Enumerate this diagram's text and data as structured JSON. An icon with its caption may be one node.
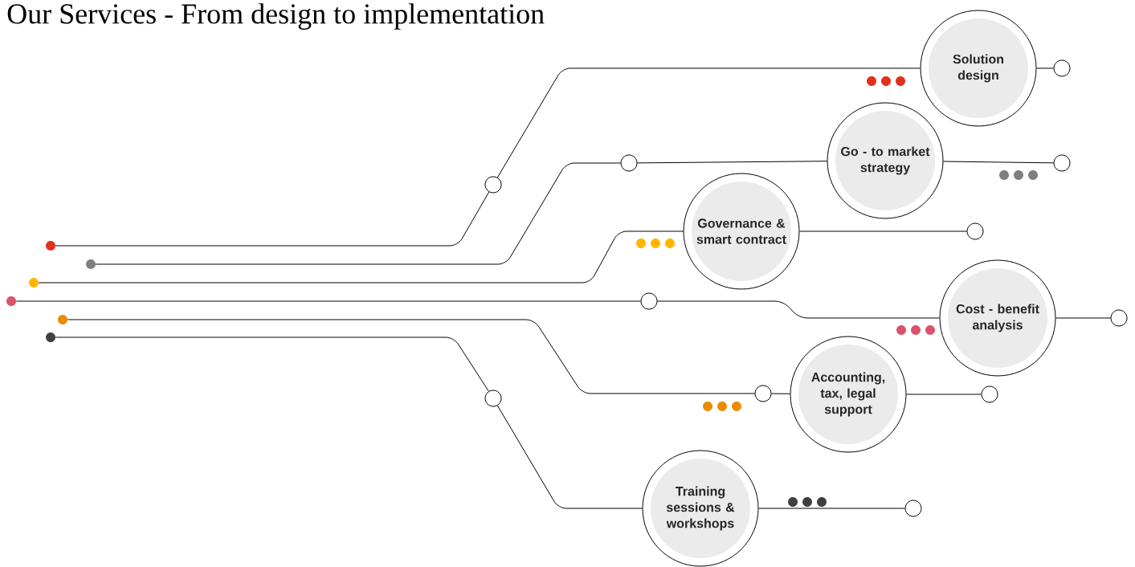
{
  "diagram": {
    "title": "Our Services - From design to implementation",
    "nodes": [
      {
        "text": [
          "Solution design"
        ]
      },
      {
        "text": [
          "Go - to market strategy"
        ]
      },
      {
        "text": [
          "Governance & smart contract"
        ]
      },
      {
        "text": [
          "Cost - benefit analysis"
        ]
      },
      {
        "text": [
          "Accounting, tax, legal support"
        ]
      },
      {
        "text": [
          "Training sessions & workshops"
        ]
      },
      {
        "text": [],
        "shape": "circle"
      },
      {
        "text": [],
        "shape": "circle"
      },
      {
        "text": [],
        "shape": "circle"
      },
      {
        "text": [],
        "shape": "circle"
      },
      {
        "text": [],
        "shape": "circle"
      },
      {
        "text": [],
        "shape": "circle"
      },
      {
        "text": [],
        "shape": "circle"
      },
      {
        "text": [],
        "shape": "circle"
      },
      {
        "text": [],
        "shape": "circle"
      },
      {
        "text": [],
        "shape": "circle"
      },
      {
        "text": [],
        "shape": "circle"
      },
      {
        "text": [],
        "shape": "circle"
      },
      {
        "text": [],
        "shape": "circle"
      },
      {
        "text": [],
        "shape": "circle"
      },
      {
        "text": [],
        "shape": "circle"
      },
      {
        "text": [],
        "shape": "circle"
      },
      {
        "text": [],
        "shape": "circle"
      }
    ],
    "edges": [
      {
        "from": 6,
        "to": 12,
        "arrow": "none"
      },
      {
        "from": 12,
        "to": 0,
        "arrow": "none"
      },
      {
        "from": 0,
        "to": 17,
        "arrow": "none"
      },
      {
        "from": 7,
        "to": 13,
        "arrow": "none"
      },
      {
        "from": 13,
        "to": 1,
        "arrow": "none"
      },
      {
        "from": 1,
        "to": 18,
        "arrow": "none"
      },
      {
        "from": 8,
        "to": 2,
        "arrow": "none"
      },
      {
        "from": 2,
        "to": 19,
        "arrow": "none"
      },
      {
        "from": 9,
        "to": 14,
        "arrow": "none"
      },
      {
        "from": 14,
        "to": 3,
        "arrow": "none"
      },
      {
        "from": 3,
        "to": 20,
        "arrow": "none"
      },
      {
        "from": 10,
        "to": 15,
        "arrow": "none"
      },
      {
        "from": 15,
        "to": 4,
        "arrow": "none"
      },
      {
        "from": 4,
        "to": 21,
        "arrow": "none"
      },
      {
        "from": 11,
        "to": 16,
        "arrow": "none"
      },
      {
        "from": 16,
        "to": 5,
        "arrow": "none"
      },
      {
        "from": 5,
        "to": 22,
        "arrow": "none"
      }
    ]
  }
}
